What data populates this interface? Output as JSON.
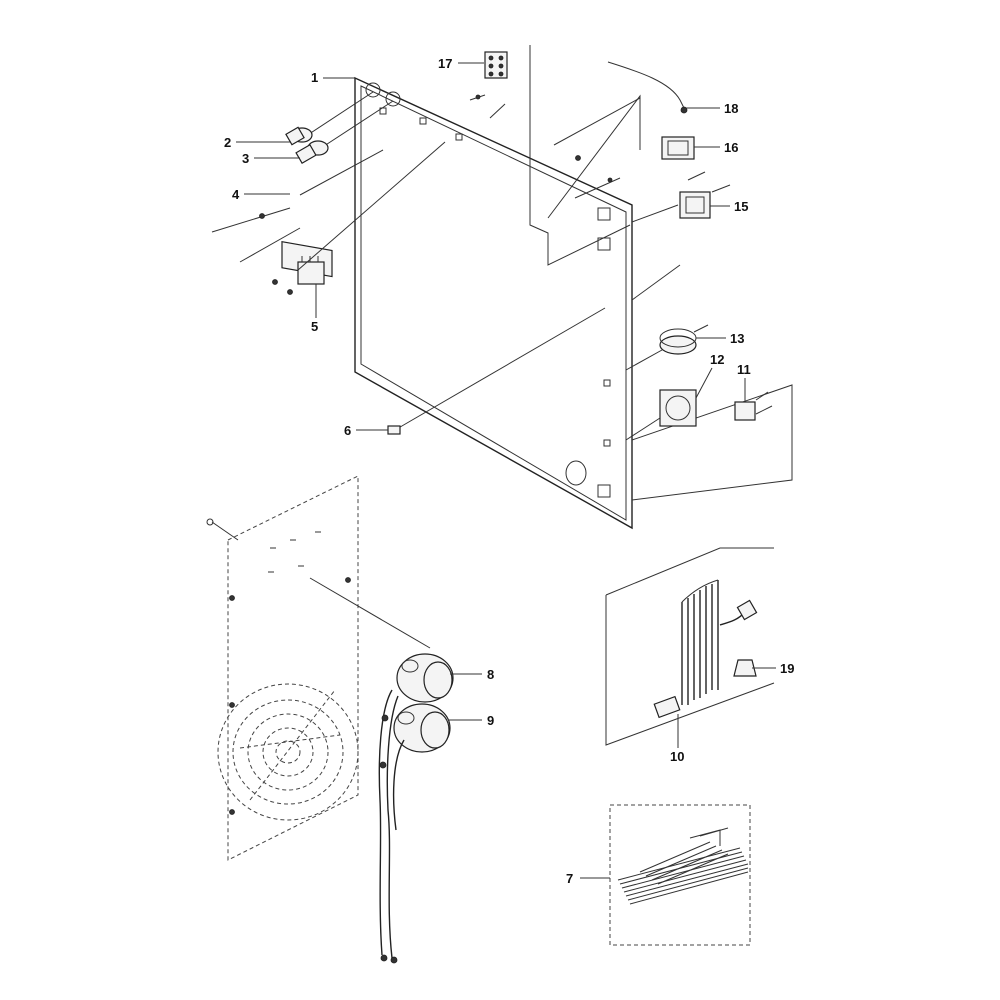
{
  "callouts": {
    "c1": "1",
    "c2": "2",
    "c3": "3",
    "c4": "4",
    "c5": "5",
    "c6": "6",
    "c7": "7",
    "c8": "8",
    "c9": "9",
    "c10": "10",
    "c11": "11",
    "c12": "12",
    "c13": "13",
    "c15": "15",
    "c16": "16",
    "c17": "17",
    "c18": "18",
    "c19": "19"
  }
}
